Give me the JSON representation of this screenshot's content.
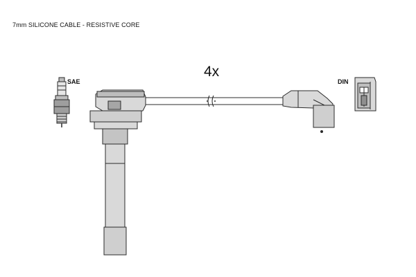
{
  "caption": "7mm SILICONE CABLE - RESISTIVE CORE",
  "quantity": "4x",
  "labels": {
    "sae": "SAE",
    "din": "DIN"
  },
  "colors": {
    "part_fill": "#d9d9d9",
    "part_dark": "#a6a6a6",
    "outline": "#2b2b2b"
  }
}
